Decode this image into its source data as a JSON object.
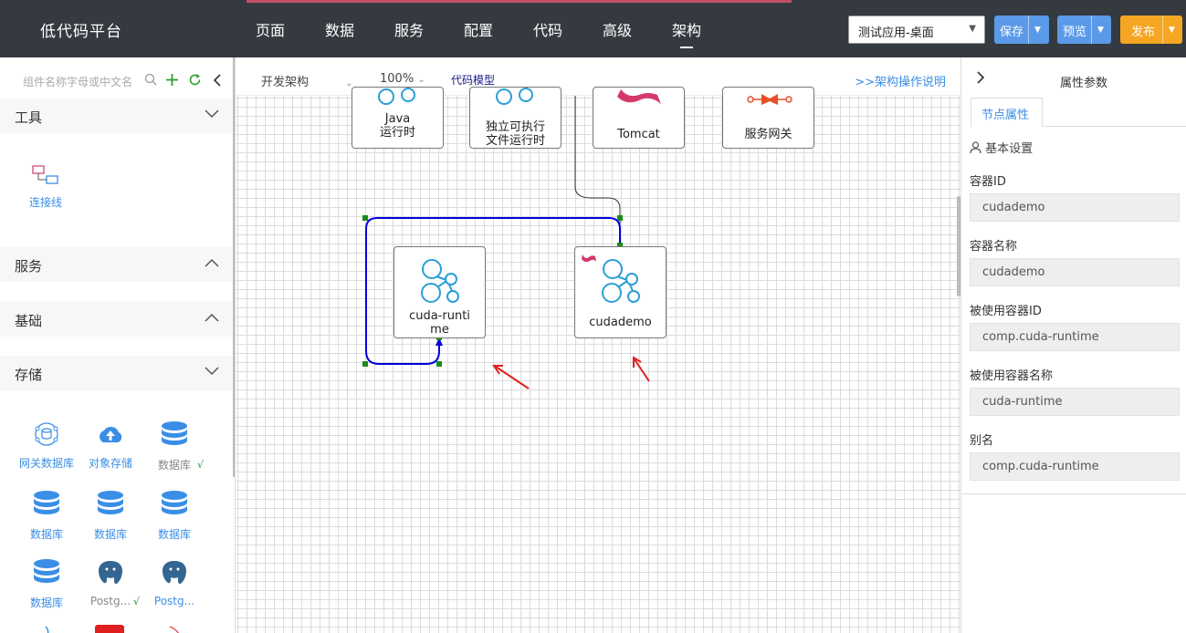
{
  "header": {
    "logo": "低代码平台",
    "nav": [
      "页面",
      "数据",
      "服务",
      "配置",
      "代码",
      "高级",
      "架构"
    ],
    "active_nav": "架构",
    "app_select": "测试应用-桌面",
    "save": "保存",
    "preview": "预览",
    "publish": "发布",
    "colors": {
      "bar": "#343a40",
      "blue": "#5b9ae8",
      "orange": "#f5a623"
    }
  },
  "left": {
    "search_placeholder": "组件名称字母或中文名",
    "sections": {
      "tools": "工具",
      "services": "服务",
      "basic": "基础",
      "storage": "存储"
    },
    "tool_connector": "连接线",
    "components": [
      {
        "label": "网关数据库",
        "icon": "gateway-db-icon"
      },
      {
        "label": "对象存储",
        "icon": "cloud-upload-icon"
      },
      {
        "label": "数据库",
        "icon": "database-icon"
      },
      {
        "label": "数据库",
        "icon": "database-icon"
      },
      {
        "label": "数据库",
        "icon": "database-icon"
      },
      {
        "label": "数据库",
        "icon": "database-icon"
      },
      {
        "label": "数据库",
        "icon": "database-icon"
      },
      {
        "label": "Postg...",
        "icon": "postgresql-icon"
      },
      {
        "label": "Postg...",
        "icon": "postgresql-icon"
      }
    ],
    "check_mark": "√"
  },
  "toolbar": {
    "arch_select": "开发架构",
    "zoom": "100%",
    "code_model": "代码模型",
    "help_link": ">>架构操作说明"
  },
  "canvas": {
    "nodes": {
      "java": {
        "line1": "Java",
        "line2": "运行时"
      },
      "exec": {
        "line1": "独立可执行",
        "line2": "文件运行时"
      },
      "tomcat": {
        "label": "Tomcat"
      },
      "gateway": {
        "label": "服务网关"
      },
      "cuda_runtime": {
        "line1": "cuda-runti",
        "line2": "me"
      },
      "cudademo": {
        "label": "cudademo"
      }
    }
  },
  "right": {
    "title": "属性参数",
    "tab": "节点属性",
    "basic_settings": "基本设置",
    "fields": [
      {
        "label": "容器ID",
        "value": "cudademo"
      },
      {
        "label": "容器名称",
        "value": "cudademo"
      },
      {
        "label": "被使用容器ID",
        "value": "comp.cuda-runtime"
      },
      {
        "label": "被使用容器名称",
        "value": "cuda-runtime"
      },
      {
        "label": "别名",
        "value": "comp.cuda-runtime"
      }
    ]
  }
}
